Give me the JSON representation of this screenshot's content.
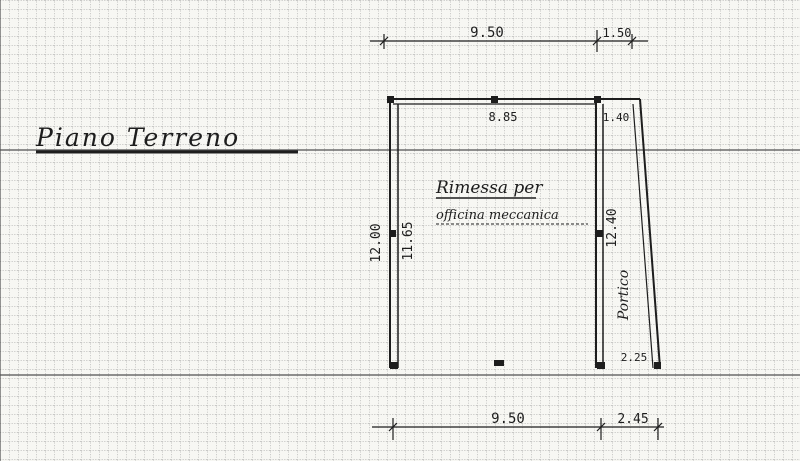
{
  "colors": {
    "paper": "#f7f7f3",
    "grid_fine": "#9a9a9a",
    "grid_major": "#505050",
    "ink": "#1d1d1d"
  },
  "title": "Piano Terreno",
  "room_label": {
    "line1": "Rimessa per",
    "line2": "officina meccanica"
  },
  "portico_label": "Portico",
  "dimensions": {
    "top_main": "9.50",
    "top_side": "1.50",
    "bottom_main": "9.50",
    "bottom_side": "2.45",
    "inner_top": "8.85",
    "inner_top_right": "1.40",
    "left_outer": "12.00",
    "left_inner": "11.65",
    "right_inner": "12.40",
    "bottom_right_small": "2.25"
  }
}
